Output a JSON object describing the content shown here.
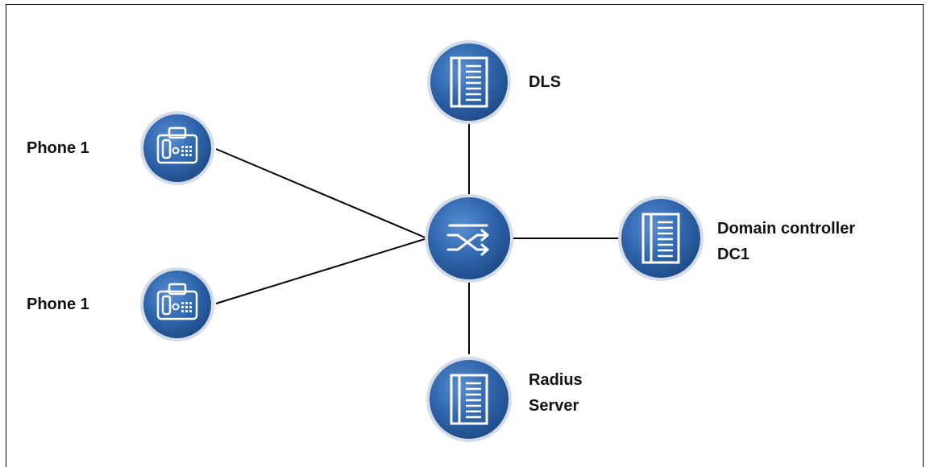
{
  "colors": {
    "node_fill": "#2f5f9e",
    "node_fill_light": "#4a7fc0",
    "node_ring": "#c9d4e3",
    "icon": "#ffffff",
    "line": "#000000"
  },
  "nodes": {
    "dls": {
      "icon": "server-icon",
      "label_lines": [
        "DLS"
      ]
    },
    "switch": {
      "icon": "switch-icon"
    },
    "phone_top": {
      "icon": "phone-icon",
      "label_lines": [
        "Phone 1"
      ]
    },
    "phone_bottom": {
      "icon": "phone-icon",
      "label_lines": [
        "Phone 1"
      ]
    },
    "domain_controller": {
      "icon": "server-icon",
      "label_lines": [
        "Domain controller",
        "DC1"
      ]
    },
    "radius": {
      "icon": "server-icon",
      "label_lines": [
        "Radius",
        "Server"
      ]
    }
  }
}
